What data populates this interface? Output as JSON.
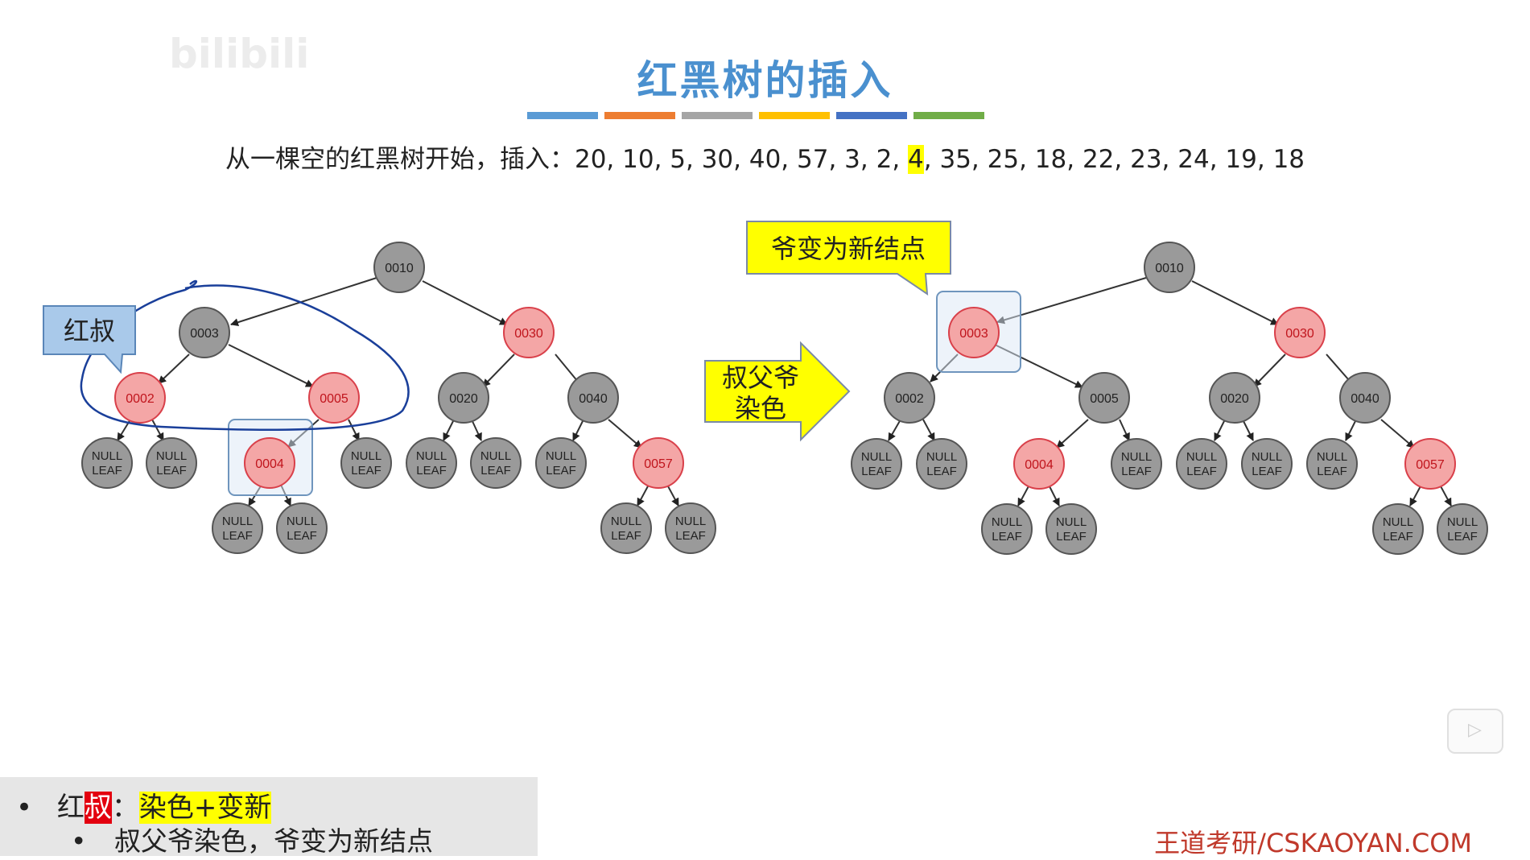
{
  "title": "红黑树的插入",
  "color_bars": [
    "#5a9bd5",
    "#ed7d31",
    "#a5a5a5",
    "#ffc000",
    "#4472c4",
    "#70ad47"
  ],
  "subtitle": {
    "prefix": "从一棵空的红黑树开始，插入：",
    "before": "20, 10, 5, 30, 40, 57, 3, 2, ",
    "highlight": "4",
    "after": ", 35, 25, 18, 22, 23, 24, 19, 18"
  },
  "watermark": "bilibili",
  "colors": {
    "red_node": "#f4a6a6",
    "red_stroke": "#d9404a",
    "black_node": "#9a9a9a",
    "black_stroke": "#555555"
  },
  "left_tree": {
    "callout": "红叔",
    "nodes": {
      "n10": "0010",
      "n3": "0003",
      "n30": "0030",
      "n2": "0002",
      "n5": "0005",
      "n20": "0020",
      "n40": "0040",
      "n4": "0004",
      "n57": "0057"
    }
  },
  "arrow_label": {
    "line1": "叔父爷",
    "line2": "染色"
  },
  "right_tree": {
    "callout": "爷变为新结点",
    "nodes": {
      "n10": "0010",
      "n3": "0003",
      "n30": "0030",
      "n2": "0002",
      "n5": "0005",
      "n20": "0020",
      "n40": "0040",
      "n4": "0004",
      "n57": "0057"
    }
  },
  "null_leaf": {
    "line1": "NULL",
    "line2": "LEAF"
  },
  "note": {
    "bullet": "•",
    "line1_prefix": "红",
    "line1_red": "叔",
    "line1_colon": "：",
    "line1_yellow": "染色+变新",
    "line2": "叔父爷染色，爷变为新结点"
  },
  "brand": "王道考研/CSKAOYAN.COM"
}
